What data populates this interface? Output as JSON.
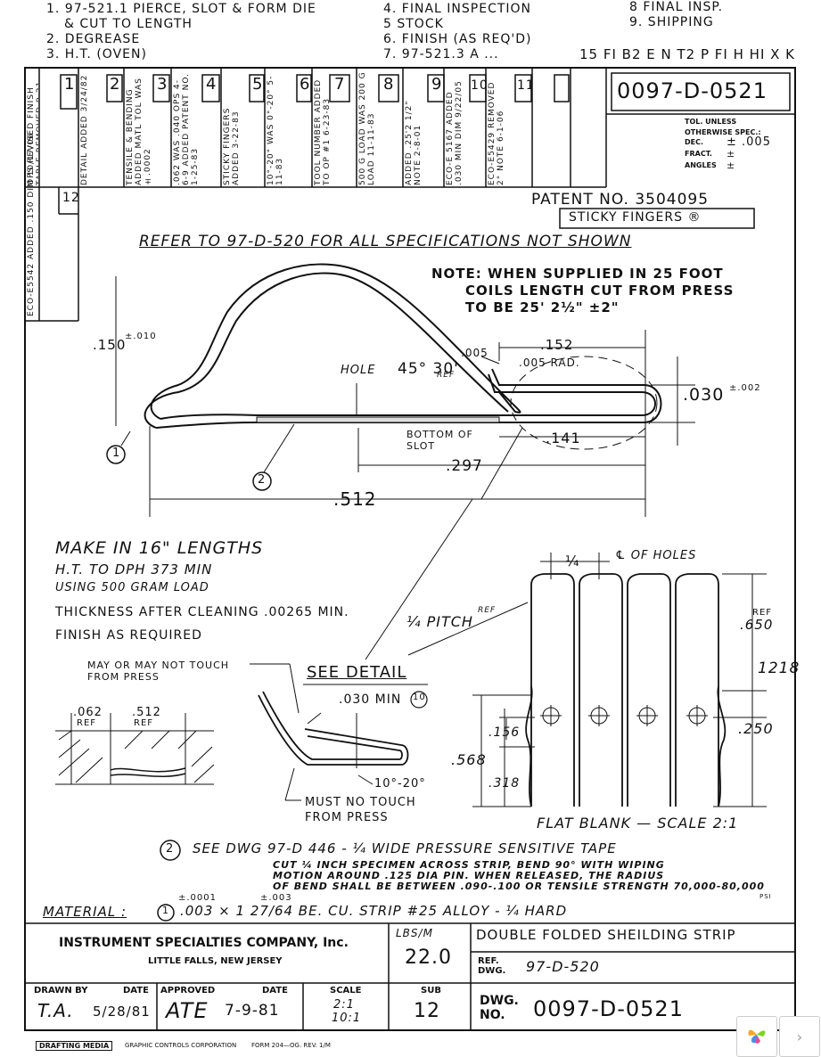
{
  "header": {
    "ops_left": [
      "1. 97-521.1 PIERCE, SLOT & FORM DIE",
      "& CUT TO LENGTH",
      "2. DEGREASE",
      "3. H.T. (OVEN)"
    ],
    "ops_mid": [
      "4. FINAL INSPECTION",
      "5 STOCK",
      "6. FINISH (AS REQ'D)",
      "7. 97-521.3 A ..."
    ],
    "ops_right": [
      "8 FINAL INSP.",
      "9. SHIPPING"
    ],
    "scribble": "15 FI B2 E N T2 P FI H HI X K"
  },
  "revisions": [
    {
      "num": "1",
      "text": "OPS REVISED FINISH TABLE REMOVED 9-21-81"
    },
    {
      "num": "2",
      "text": "DETAIL ADDED 3/24/82"
    },
    {
      "num": "3",
      "text": "TENSILE & BENDING ADDED MATL TOL WAS ±.0002"
    },
    {
      "num": "4",
      "text": ".062 WAS .040 OPS 4-6-9 ADDED PATENT NO. 1-25-83"
    },
    {
      "num": "5",
      "text": "STICKY FINGERS ADDED 3-22-83"
    },
    {
      "num": "6",
      "text": "10°-20° WAS 0°-20° 5-11-83"
    },
    {
      "num": "7",
      "text": "TOOL NUMBER ADDED TO OP #1 6-23-83"
    },
    {
      "num": "8",
      "text": "500 G LOAD WAS 200 G LOAD 11-11-83"
    },
    {
      "num": "9",
      "text": "ADDED .25'2 1/2\" NOTE 2-8-01"
    },
    {
      "num": "10",
      "text": "ECO-E 5167 ADDED .030 MIN DIM 9/22/05"
    },
    {
      "num": "11",
      "text": "ECO-E5429 REMOVED 2° NOTE 6-1-06"
    },
    {
      "num": "12",
      "text": "ECO-E5542 ADDED .150 DIM 10/17/06"
    }
  ],
  "drawing_number_box": "0097-D-0521",
  "tolerances": {
    "title": "TOL. UNLESS OTHERWISE SPEC.:",
    "dec_label": "DEC.",
    "dec_value": "± .005",
    "fract_label": "FRACT.",
    "fract_value": "±",
    "angles_label": "ANGLES",
    "angles_value": "±"
  },
  "patent": "PATENT NO. 3504095",
  "trademark": "STICKY FINGERS ®",
  "refer_note": "REFER TO 97-D-520 FOR ALL SPECIFICATIONS NOT SHOWN",
  "coil_note": [
    "NOTE: WHEN SUPPLIED IN 25 FOOT",
    "COILS LENGTH CUT FROM PRESS",
    "TO BE 25' 2½\" ±2\""
  ],
  "dims": {
    "d150": ".150",
    "d150_tol": "±.010",
    "d005": ".005",
    "d152": ".152",
    "rad": ".005 RAD.",
    "d030": ".030",
    "d030_tol": "±.002",
    "d141": ".141",
    "d297": ".297",
    "d512": ".512",
    "angle": "45° 30'",
    "angle_ref": "REF",
    "hole": "HOLE",
    "bottom": "BOTTOM OF SLOT",
    "balloon1": "1",
    "balloon2": "2"
  },
  "notes": {
    "lengths": "MAKE IN 16\" LENGTHS",
    "ht": "H.T. TO DPH 373 MIN",
    "load": "USING 500 GRAM LOAD",
    "thickness": "THICKNESS AFTER CLEANING .00265 MIN.",
    "finish": "FINISH AS REQUIRED"
  },
  "detail": {
    "may_touch": "MAY OR MAY NOT TOUCH FROM PRESS",
    "see_detail": "SEE DETAIL",
    "d030min": ".030 MIN",
    "rev10": "10",
    "d062": ".062",
    "ref": "REF",
    "d512": ".512",
    "angle": "10°-20°",
    "must": "MUST NO TOUCH FROM PRESS"
  },
  "flat_blank": {
    "quarter": "¼",
    "cl_holes": "℄ OF HOLES",
    "pitch": "¼ PITCH",
    "pitch_ref": "REF",
    "d650": ".650",
    "d650_ref": "REF",
    "d1218": "1218",
    "d156": ".156",
    "d250": ".250",
    "d568": ".568",
    "d318": ".318",
    "caption": "FLAT BLANK — SCALE 2:1"
  },
  "tape_note": "SEE DWG 97-D 446 - ¼ WIDE PRESSURE SENSITIVE TAPE",
  "tape_balloon": "2",
  "bend_note": [
    "CUT ¼ INCH SPECIMEN ACROSS STRIP, BEND 90° WITH WIPING",
    "MOTION AROUND .125 DIA PIN. WHEN RELEASED, THE RADIUS",
    "OF BEND SHALL BE BETWEEN .090-.100 OR TENSILE STRENGTH 70,000-80,000",
    "PSI"
  ],
  "material": {
    "label": "MATERIAL :",
    "balloon": "1",
    "spec": ".003 × 1 27/64  BE. CU. STRIP #25 ALLOY - ¼ HARD",
    "tol1": "±.0001",
    "tol2": "±.003"
  },
  "title_block": {
    "company": "INSTRUMENT SPECIALTIES COMPANY, Inc.",
    "location": "LITTLE FALLS, NEW JERSEY",
    "lbs_label": "LBS/M",
    "lbs_value": "22.0",
    "title": "DOUBLE FOLDED SHEILDING STRIP",
    "ref_label": "REF. DWG.",
    "ref_value": "97-D-520",
    "drawn_label": "DRAWN BY",
    "drawn_value": "T.A.",
    "date_label": "DATE",
    "drawn_date": "5/28/81",
    "approved_label": "APPROVED",
    "approved_value": "ATE",
    "approved_date": "7-9-81",
    "scale_label": "SCALE",
    "scale_value1": "2:1",
    "scale_value2": "10:1",
    "sub_label": "SUB",
    "sub_value": "12",
    "dwg_label": "DWG. NO.",
    "dwg_value": "0097-D-0521"
  },
  "footer": {
    "brand": "DRAFTING MEDIA",
    "corp": "GRAPHIC CONTROLS CORPORATION",
    "form": "FORM 204—OG. REV. 1/M"
  },
  "viewer": {
    "logo_icon": "petal-logo-icon",
    "next_icon": "chevron-right-icon"
  }
}
